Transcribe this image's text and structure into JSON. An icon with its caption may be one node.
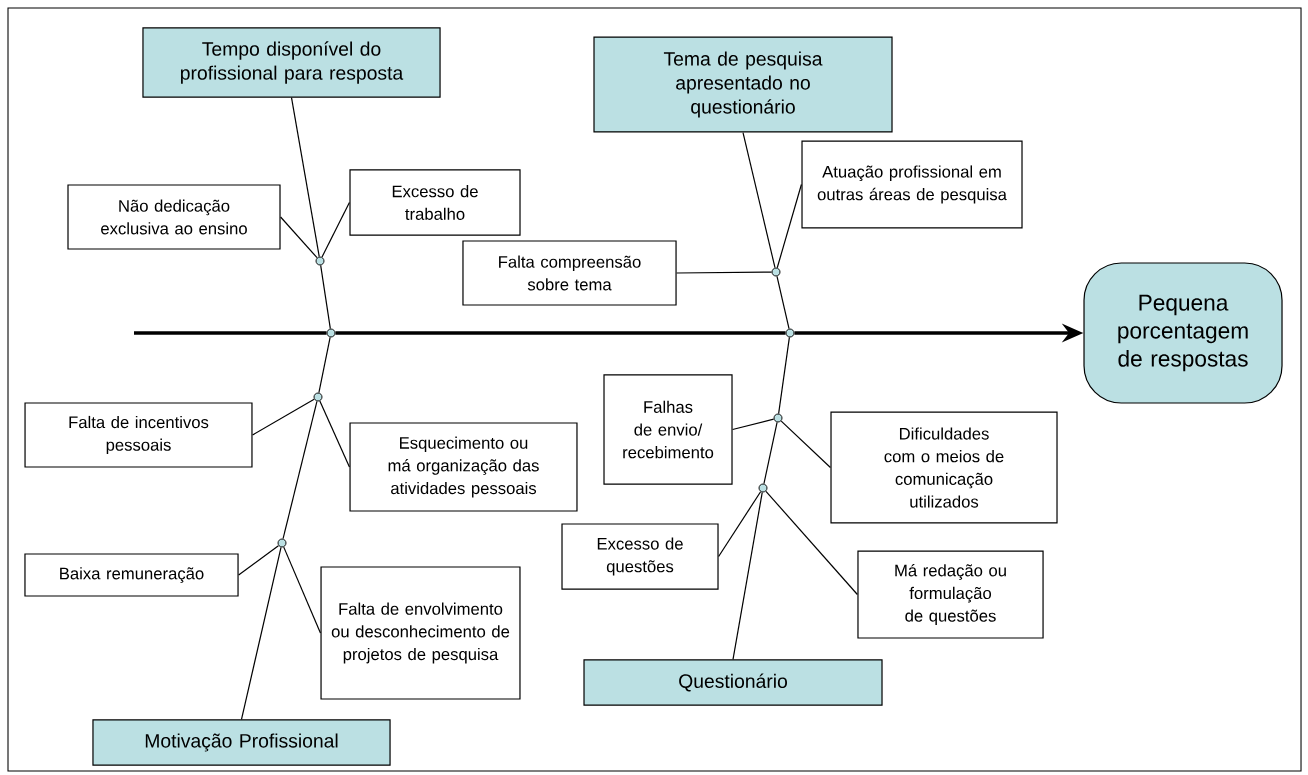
{
  "diagram": {
    "nodes": [
      {
        "text": [
          "Tempo disponível do profissional para resposta"
        ]
      },
      {
        "text": [
          "Tema de pesquisa apresentado no questionário"
        ]
      },
      {
        "text": [
          "Não dedicação exclusiva ao ensino"
        ]
      },
      {
        "text": [
          "Excesso de trabalho"
        ]
      },
      {
        "text": [
          "Atuação profissional em outras áreas de pesquisa"
        ]
      },
      {
        "text": [
          "Falta compreensão sobre tema"
        ]
      },
      {
        "text": [
          "Pequena porcentagem de respostas"
        ]
      },
      {
        "text": [
          "Falta de incentivos pessoais"
        ]
      },
      {
        "text": [
          "Esquecimento ou má organização das atividades pessoais"
        ]
      },
      {
        "text": [
          "Falhas de envio/ recebimento"
        ]
      },
      {
        "text": [
          "Dificuldades com o meios de comunicação utilizados"
        ]
      },
      {
        "text": [
          "Baixa remuneração"
        ]
      },
      {
        "text": [
          "Falta de envolvimento ou desconhecimento de projetos de pesquisa"
        ]
      },
      {
        "text": [
          "Excesso de questões"
        ]
      },
      {
        "text": [
          "Má redação ou formulação de questões"
        ]
      },
      {
        "text": [
          "Motivação Profissional"
        ]
      },
      {
        "text": [
          "Questionário"
        ]
      },
      {
        "text": [],
        "shape": "circle"
      },
      {
        "text": [],
        "shape": "circle"
      },
      {
        "text": [],
        "shape": "circle"
      },
      {
        "text": [],
        "shape": "circle"
      },
      {
        "text": [],
        "shape": "circle"
      },
      {
        "text": [],
        "shape": "circle"
      },
      {
        "text": [],
        "shape": "circle"
      },
      {
        "text": [],
        "shape": "circle"
      }
    ],
    "edges": [
      {
        "from": null,
        "to": 18,
        "arrow": "none",
        "style": "thick"
      },
      {
        "from": 18,
        "to": 19,
        "arrow": "none",
        "style": "thick"
      },
      {
        "from": 19,
        "to": 6,
        "arrow": "to",
        "style": "thick"
      },
      {
        "from": 0,
        "to": 17,
        "arrow": "none"
      },
      {
        "from": 2,
        "to": 17,
        "arrow": "none"
      },
      {
        "from": 3,
        "to": 17,
        "arrow": "none"
      },
      {
        "from": 17,
        "to": 18,
        "arrow": "none"
      },
      {
        "from": 1,
        "to": 20,
        "arrow": "none"
      },
      {
        "from": 4,
        "to": 20,
        "arrow": "none"
      },
      {
        "from": 5,
        "to": 20,
        "arrow": "none"
      },
      {
        "from": 20,
        "to": 19,
        "arrow": "none"
      },
      {
        "from": 18,
        "to": 21,
        "arrow": "none"
      },
      {
        "from": 7,
        "to": 21,
        "arrow": "none"
      },
      {
        "from": 8,
        "to": 21,
        "arrow": "none"
      },
      {
        "from": 21,
        "to": 22,
        "arrow": "none"
      },
      {
        "from": 11,
        "to": 22,
        "arrow": "none"
      },
      {
        "from": 12,
        "to": 22,
        "arrow": "none"
      },
      {
        "from": 22,
        "to": 15,
        "arrow": "none"
      },
      {
        "from": 19,
        "to": 23,
        "arrow": "none"
      },
      {
        "from": 9,
        "to": 23,
        "arrow": "none"
      },
      {
        "from": 10,
        "to": 23,
        "arrow": "none"
      },
      {
        "from": 23,
        "to": 24,
        "arrow": "none"
      },
      {
        "from": 13,
        "to": 24,
        "arrow": "none"
      },
      {
        "from": 14,
        "to": 24,
        "arrow": "none"
      },
      {
        "from": 24,
        "to": 16,
        "arrow": "none"
      }
    ]
  }
}
